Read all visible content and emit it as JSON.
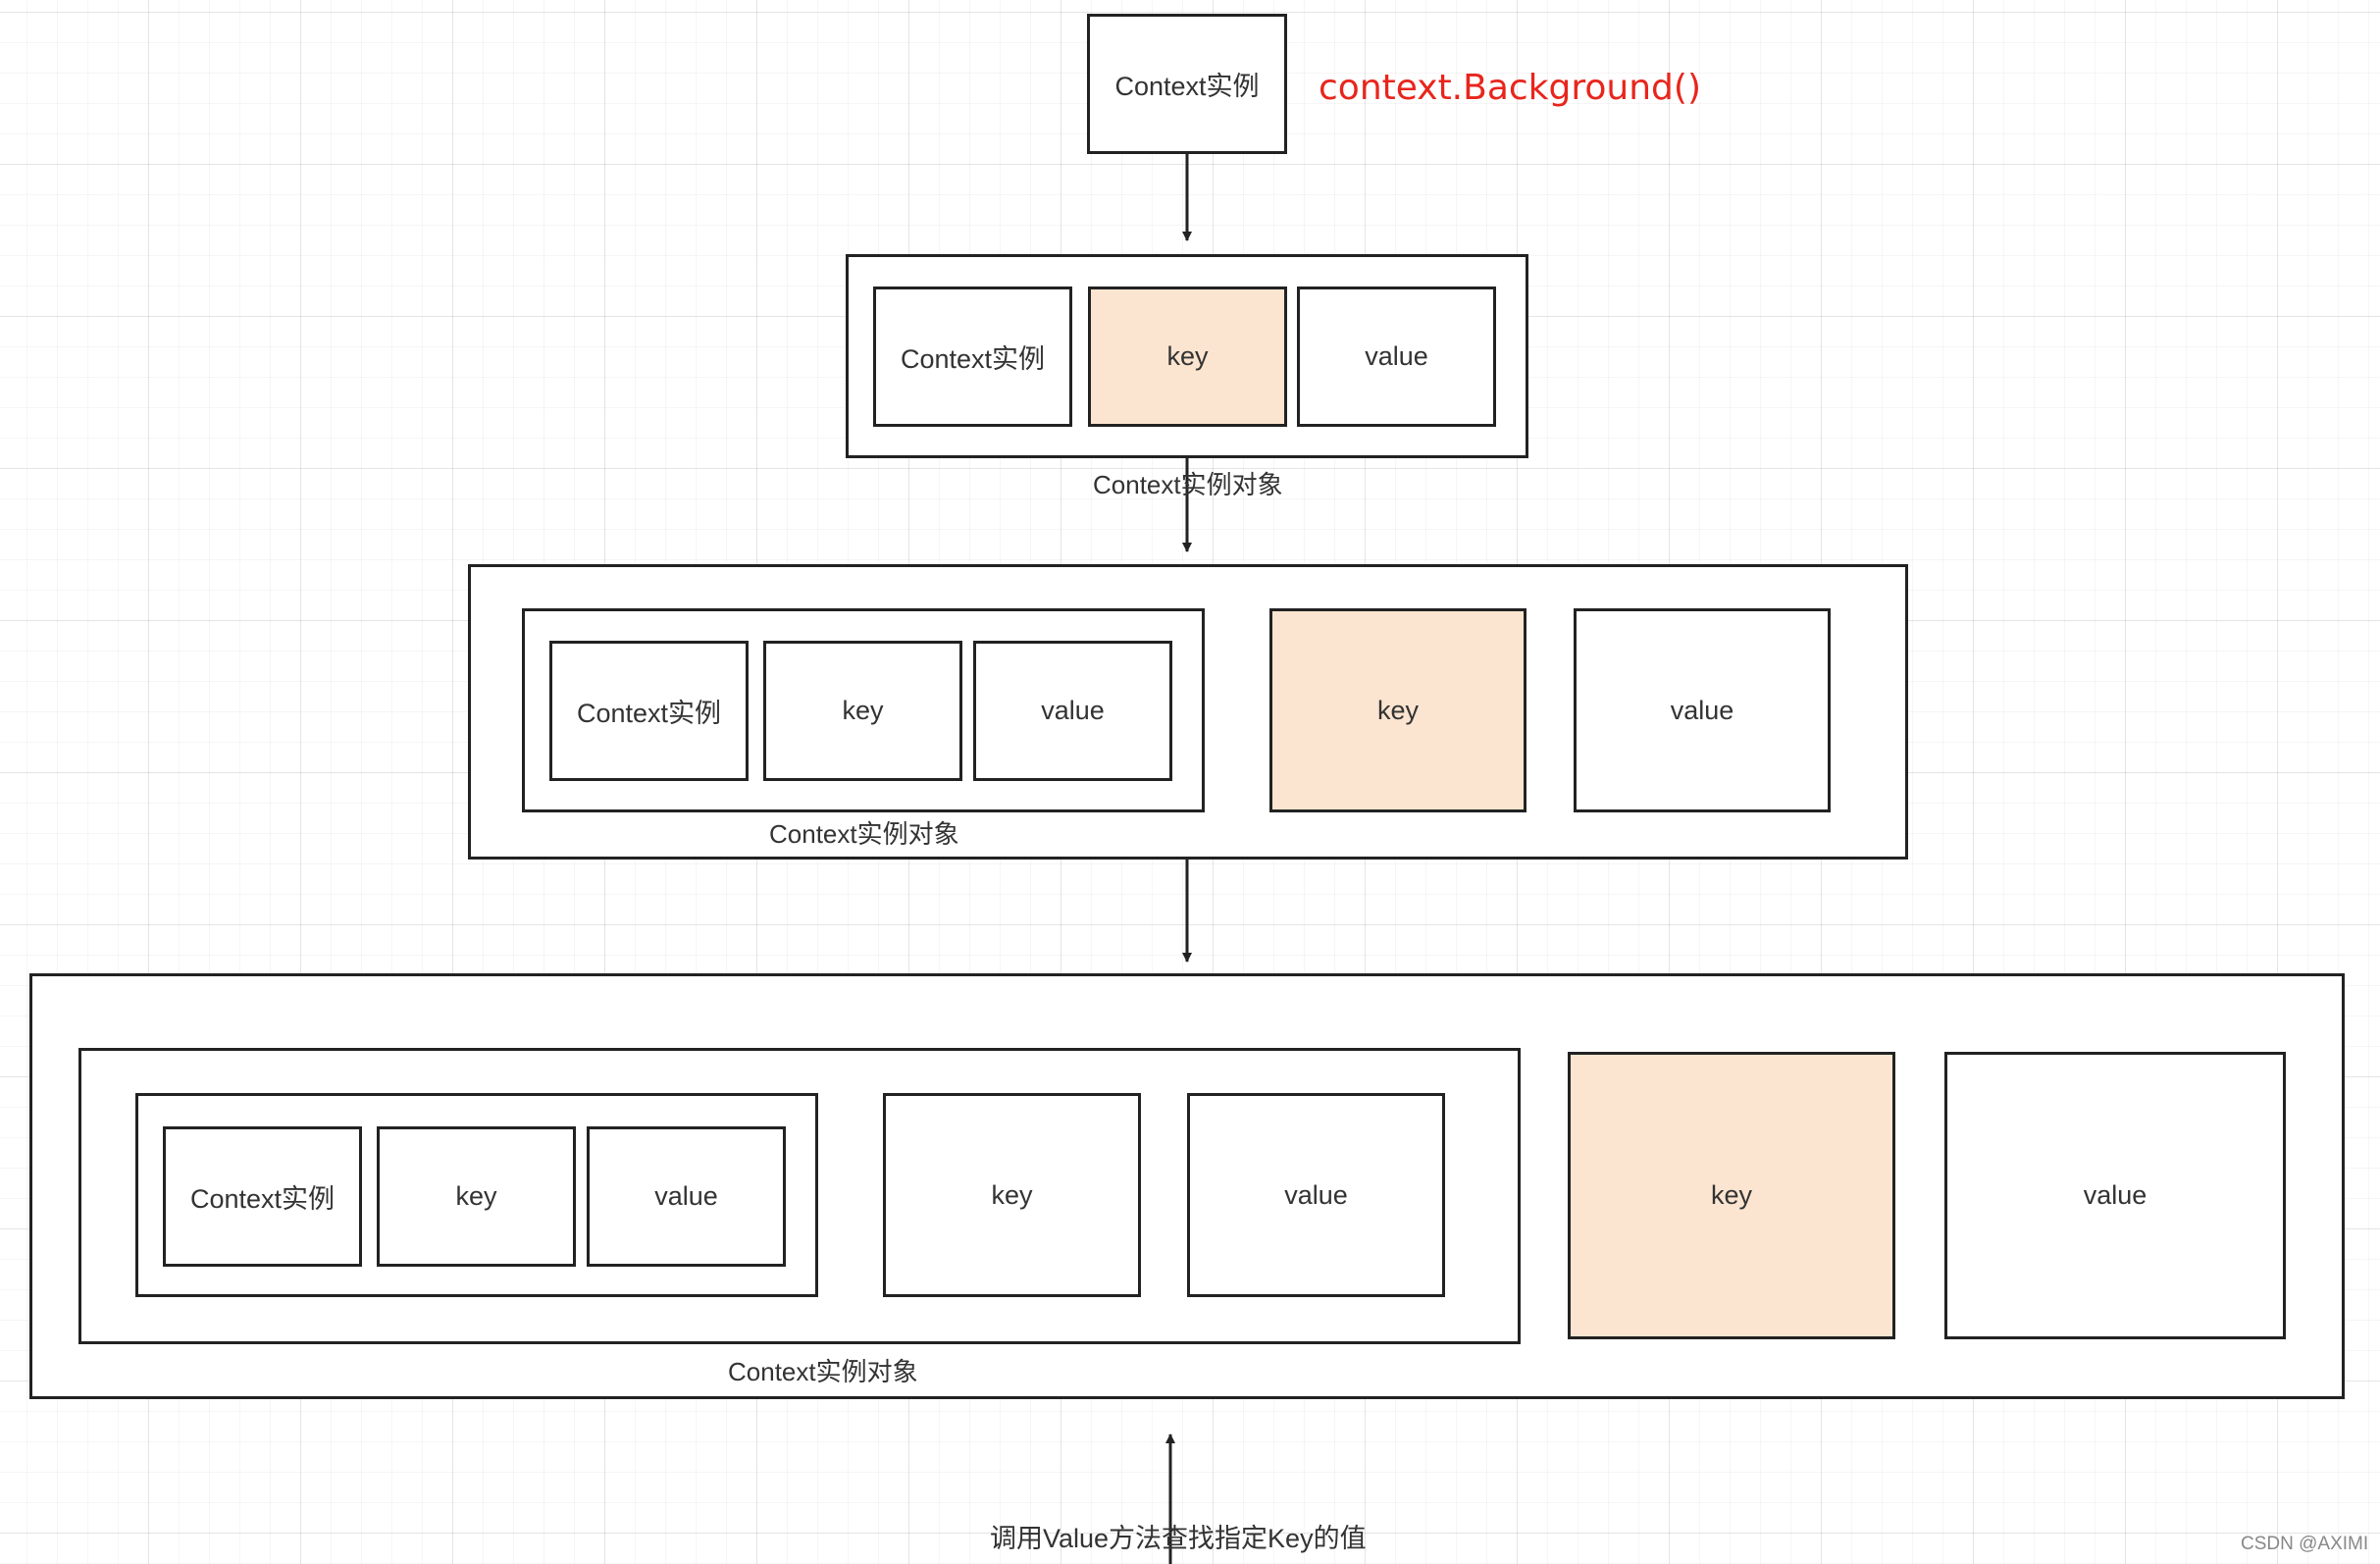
{
  "diagram": {
    "top_label": "context.Background()",
    "top_box": "Context实例",
    "level1": {
      "caption": "Context实例对象",
      "parent": "Context实例",
      "key": "key",
      "value": "value"
    },
    "level2": {
      "caption": "Context实例对象",
      "inner": {
        "parent": "Context实例",
        "key": "key",
        "value": "value"
      },
      "key": "key",
      "value": "value"
    },
    "level3": {
      "caption": "Context实例对象",
      "inner_inner": {
        "parent": "Context实例",
        "key": "key",
        "value": "value"
      },
      "inner_key": "key",
      "inner_value": "value",
      "key": "key",
      "value": "value"
    },
    "bottom_label": "调用Value方法查找指定Key的值",
    "highlight_color": "#fbe5d0",
    "label_color": "#e8251c"
  },
  "watermark": "CSDN @AXIMI"
}
